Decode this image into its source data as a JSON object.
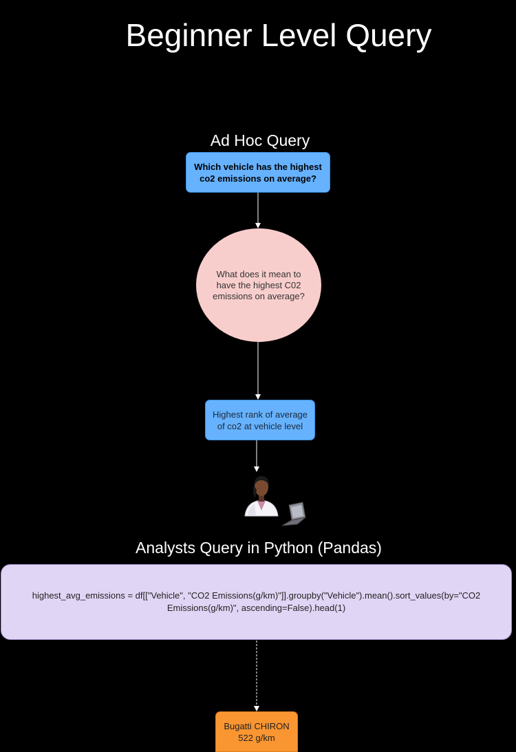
{
  "page": {
    "title": "Beginner Level Query"
  },
  "adhoc": {
    "label": "Ad Hoc Query",
    "question": "Which vehicle has the highest co2 emissions on average?"
  },
  "interpretation": {
    "text": "What does it mean to have the highest C02 emissions on average?"
  },
  "metric": {
    "text": "Highest rank of average of co2 at vehicle level"
  },
  "analyst": {
    "label": "Analysts Query in Python (Pandas)",
    "icon": "analyst-with-laptop-icon",
    "code": "highest_avg_emissions = df[[\"Vehicle\", \"CO2 Emissions(g/km)\"]].groupby(\"Vehicle\").mean().sort_values(by=\"CO2 Emissions(g/km)\", ascending=False).head(1)"
  },
  "result": {
    "vehicle": "Bugatti CHIRON",
    "value": "522 g/km"
  },
  "colors": {
    "background": "#000000",
    "question_fill": "#66b2ff",
    "circle_fill": "#f8cecc",
    "code_fill": "#e1d5f5",
    "result_fill": "#fa9632",
    "connector": "#ffffff"
  }
}
